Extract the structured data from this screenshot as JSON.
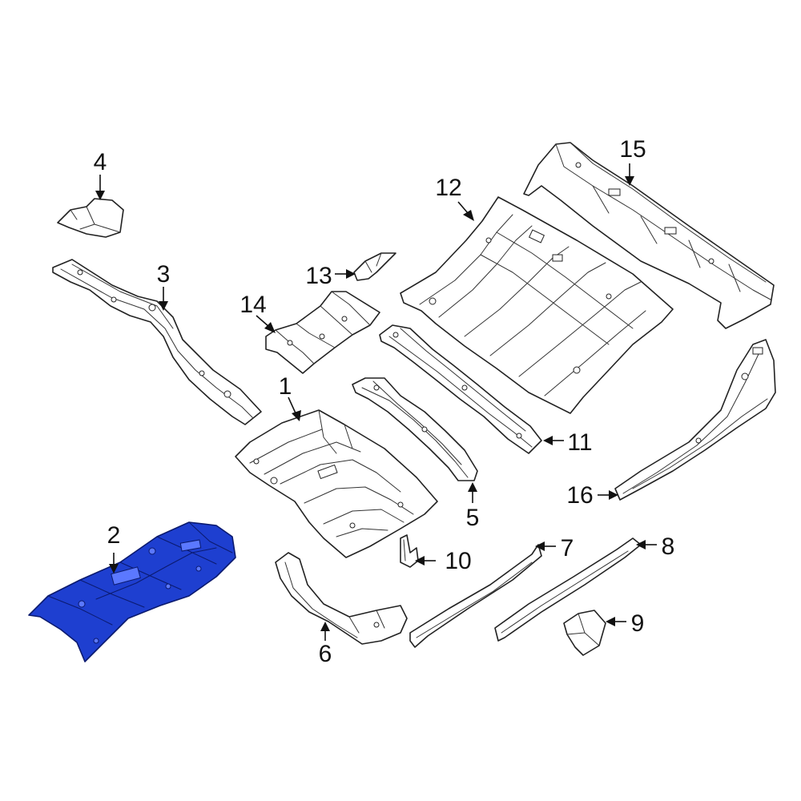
{
  "diagram": {
    "highlight_color": "#1e3fd0",
    "highlighted_part": "2",
    "parts": [
      {
        "id": "p1",
        "callout": "1"
      },
      {
        "id": "p2",
        "callout": "2"
      },
      {
        "id": "p3",
        "callout": "3"
      },
      {
        "id": "p4",
        "callout": "4"
      },
      {
        "id": "p5",
        "callout": "5"
      },
      {
        "id": "p6",
        "callout": "6"
      },
      {
        "id": "p7",
        "callout": "7"
      },
      {
        "id": "p8",
        "callout": "8"
      },
      {
        "id": "p9",
        "callout": "9"
      },
      {
        "id": "p10",
        "callout": "10"
      },
      {
        "id": "p11",
        "callout": "11"
      },
      {
        "id": "p12",
        "callout": "12"
      },
      {
        "id": "p13",
        "callout": "13"
      },
      {
        "id": "p14",
        "callout": "14"
      },
      {
        "id": "p15",
        "callout": "15"
      },
      {
        "id": "p16",
        "callout": "16"
      }
    ]
  }
}
